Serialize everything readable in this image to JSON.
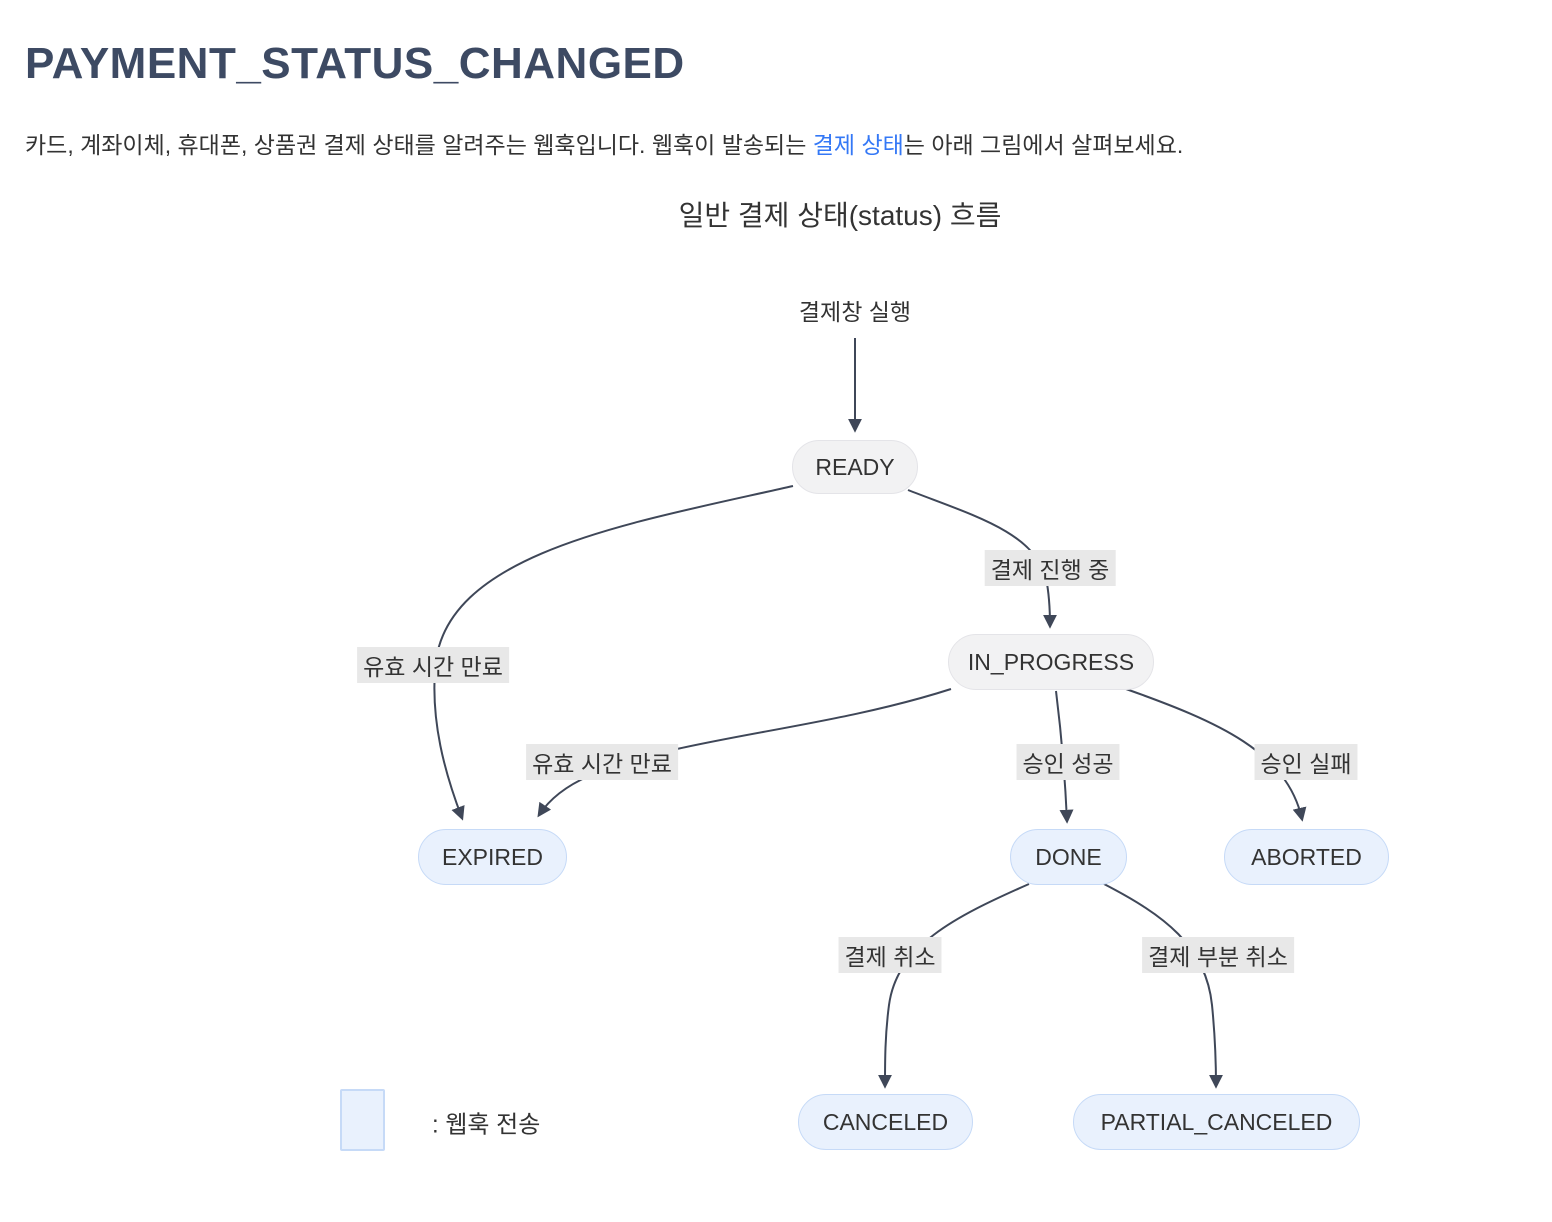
{
  "page": {
    "title": "PAYMENT_STATUS_CHANGED",
    "description_before": "카드, 계좌이체, 휴대폰, 상품권 결제 상태를 알려주는 웹훅입니다. 웹훅이 발송되는 ",
    "description_link": "결제 상태",
    "description_after": "는 아래 그림에서 살펴보세요."
  },
  "diagram": {
    "title": "일반 결제 상태(status) 흐름",
    "start_label": "결제창 실행",
    "nodes": [
      {
        "id": "ready",
        "label": "READY",
        "type": "gray"
      },
      {
        "id": "in_progress",
        "label": "IN_PROGRESS",
        "type": "gray"
      },
      {
        "id": "expired",
        "label": "EXPIRED",
        "type": "webhook"
      },
      {
        "id": "done",
        "label": "DONE",
        "type": "webhook"
      },
      {
        "id": "aborted",
        "label": "ABORTED",
        "type": "webhook"
      },
      {
        "id": "canceled",
        "label": "CANCELED",
        "type": "webhook"
      },
      {
        "id": "partial_canceled",
        "label": "PARTIAL_CANCELED",
        "type": "webhook"
      }
    ],
    "edges": [
      {
        "from": "start",
        "to": "ready",
        "label": ""
      },
      {
        "from": "ready",
        "to": "in_progress",
        "label": "결제 진행 중"
      },
      {
        "from": "ready",
        "to": "expired",
        "label": "유효 시간 만료"
      },
      {
        "from": "in_progress",
        "to": "expired",
        "label": "유효 시간 만료"
      },
      {
        "from": "in_progress",
        "to": "done",
        "label": "승인 성공"
      },
      {
        "from": "in_progress",
        "to": "aborted",
        "label": "승인 실패"
      },
      {
        "from": "done",
        "to": "canceled",
        "label": "결제 취소"
      },
      {
        "from": "done",
        "to": "partial_canceled",
        "label": "결제 부분 취소"
      }
    ],
    "legend": {
      "label": ": 웹훅 전송"
    },
    "colors": {
      "title": "#3d4a63",
      "link": "#3478f6",
      "edge": "#3f4758",
      "edge_label_bg": "#e8e8e8",
      "node_gray_fill": "#f2f2f3",
      "node_webhook_fill": "#e9f1fd",
      "node_webhook_border": "#c6daf7"
    }
  }
}
